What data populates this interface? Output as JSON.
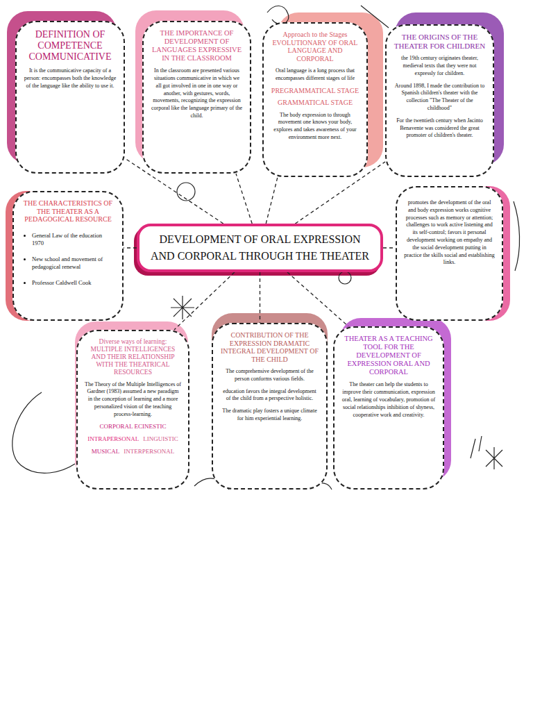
{
  "diagram": {
    "nodes": [
      {
        "text": [
          "DEFINITION OF COMPETENCE COMMUNICATIVE",
          "It is the communicative capacity of a person: encompasses both the knowledge of the language like the ability to use it."
        ]
      },
      {
        "text": [
          "THE IMPORTANCE OF DEVELOPMENT OF LANGUAGES EXPRESSIVE IN THE CLASSROOM",
          "In the classroom are presented various situations communicative in which we all got involved in one in one way or another, with gestures, words, movements, recognizing the expression corporal like the language primary of the child."
        ]
      },
      {
        "text": [
          "Approach to the Stages EVOLUTIONARY OF ORAL LANGUAGE AND CORPORAL",
          "Oral language is a long process that encompasses different stages of life",
          "PREGRAMMATICAL STAGE",
          "GRAMMATICAL STAGE",
          "The body expression to through movement one knows your body, explores and takes awareness of your environment more next."
        ]
      },
      {
        "text": [
          "THE ORIGINS OF THE THEATER FOR CHILDREN",
          "the 19th century originates theater, medieval texts that they were not expressly for children.",
          "Around 1898, I made the contribution to Spanish children's theater with the collection \"The Theater of the childhood\"",
          "For the twentieth century when Jacinto Benavente was considered the great promoter of children's theater."
        ]
      },
      {
        "text": [
          "THE CHARACTERISTICS OF THE THEATER AS A PEDAGOGICAL RESOURCE",
          "General Law of the education 1970",
          "New school and movement of pedagogical renewal",
          "Professor Caldwell Cook"
        ]
      },
      {
        "text": [
          "DEVELOPMENT OF ORAL EXPRESSION AND CORPORAL THROUGH THE THEATER"
        ]
      },
      {
        "text": [
          "promotes the development of the oral and body expression works cognitive processes such as memory or attention; challenges to work active listening and its self-control; favors it personal development working on empathy and the social development putting in practice the skills social and establishing links."
        ]
      },
      {
        "text": [
          "Diverse ways of learning: MULTIPLE INTELLIGENCES AND THEIR RELATIONSHIP WITH THE THEATRICAL RESOURCES",
          "The Theory of the Multiple Intelligences of Gardner (1983) assumed a new paradigm in the conception of learning and a more personalized vision of the teaching process-learning.",
          "CORPORAL ECINESTIC",
          "INTRAPERSONAL",
          "LINGUISTIC",
          "MUSICAL",
          "INTERPERSONAL"
        ]
      },
      {
        "text": [
          "CONTRIBUTION OF THE EXPRESSION DRAMATIC INTEGRAL DEVELOPMENT OF THE CHILD",
          "The comprehensive development of the person conforms various fields.",
          "education favors the integral development of the child from a perspective holistic.",
          "The dramatic play fosters a unique climate for him experiential learning."
        ]
      },
      {
        "text": [
          "THEATER AS A TEACHING TOOL FOR THE DEVELOPMENT OF EXPRESSION ORAL AND CORPORAL",
          "The theater can help the students to improve their communication, expression oral, learning of vocabulary, promotion of social relationships inhibition of shyness, cooperative work and creativity."
        ]
      }
    ],
    "edges": [
      {
        "from": 5,
        "to": 0,
        "arrow": "none"
      },
      {
        "from": 5,
        "to": 1,
        "arrow": "none"
      },
      {
        "from": 5,
        "to": 2,
        "arrow": "none"
      },
      {
        "from": 5,
        "to": 3,
        "arrow": "none"
      },
      {
        "from": 5,
        "to": 4,
        "arrow": "none"
      },
      {
        "from": 5,
        "to": 6,
        "arrow": "none"
      },
      {
        "from": 5,
        "to": 7,
        "arrow": "none"
      },
      {
        "from": 5,
        "to": 8,
        "arrow": "none"
      },
      {
        "from": 5,
        "to": 9,
        "arrow": "none"
      }
    ]
  }
}
